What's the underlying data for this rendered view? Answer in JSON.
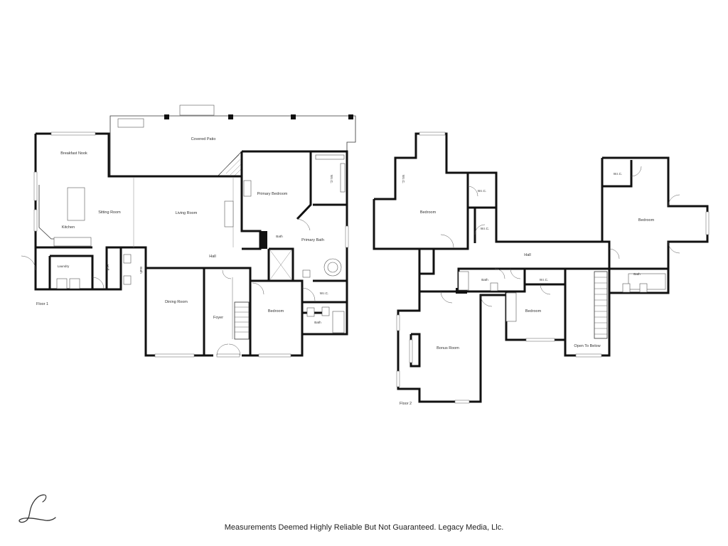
{
  "floor1": {
    "label": "Floor 1",
    "rooms": {
      "covered_patio": "Covered Patio",
      "breakfast_nook": "Breakfast Nook",
      "sitting_room": "Sitting Room",
      "kitchen": "Kitchen",
      "living_room": "Living Room",
      "primary_bedroom": "Primary Bedroom",
      "wic_primary": "W.I.C.",
      "primary_bath": "Primary Bath",
      "bath_small": "Bath",
      "laundry": "Laundry",
      "half": "Half",
      "bath_half": "Bath",
      "hall": "Hall",
      "dining_room": "Dining Room",
      "foyer": "Foyer",
      "bedroom": "Bedroom",
      "wic_bedroom": "W.I.C.",
      "bath_bedroom": "Bath"
    }
  },
  "floor2": {
    "label": "Floor 2",
    "rooms": {
      "wic_left": "W.I.C.",
      "bedroom_left": "Bedroom",
      "wic_mid": "W.I.C.",
      "wic_lower": "W.I.C.",
      "hall": "Hall",
      "wic_right": "W.I.C.",
      "bedroom_right": "Bedroom",
      "bath_right": "Bath",
      "bath_mid": "Bath",
      "wic_center": "W.I.C.",
      "bedroom_center": "Bedroom",
      "open_to_below": "Open To Below",
      "bonus_room": "Bonus Room"
    }
  },
  "disclaimer": "Measurements Deemed Highly Reliable But Not Guaranteed. Legacy Media, Llc.",
  "logo_icon": "script-l-logo-icon"
}
